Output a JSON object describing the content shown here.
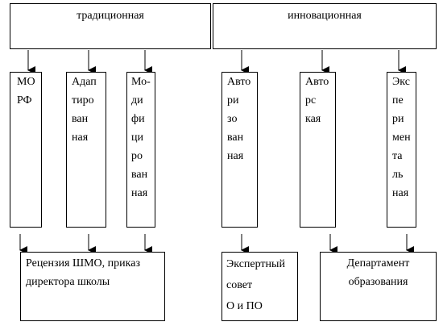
{
  "top": {
    "traditional": "традиционная",
    "innovative": "инновационная"
  },
  "programs": {
    "mo_rf": [
      "МО",
      "РФ"
    ],
    "adapted": [
      "Адап",
      "тиро",
      "ван",
      "ная"
    ],
    "modified": [
      "Мо-",
      "ди",
      "фи",
      "ци",
      "ро",
      "ван",
      "ная"
    ],
    "authorized": [
      "Авто",
      "ри",
      "зо",
      "ван",
      "ная"
    ],
    "author": [
      "Авто",
      "рс",
      "кая"
    ],
    "experimental": [
      "Экс",
      "пе",
      "ри",
      "мен",
      "та",
      "ль",
      "ная"
    ]
  },
  "review": {
    "traditional": [
      "Рецензия ШМО, приказ",
      "директора   школы"
    ],
    "expert": [
      "Экспертный",
      "совет",
      "О  и  ПО"
    ],
    "department": [
      "Департамент",
      "образования"
    ]
  }
}
